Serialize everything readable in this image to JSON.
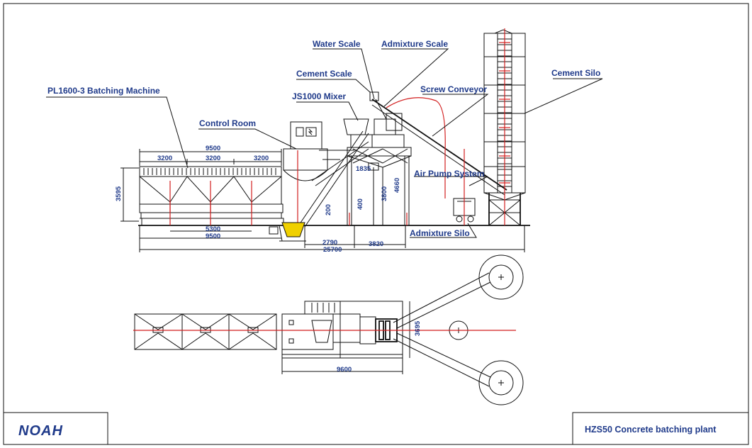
{
  "labels": {
    "water_scale": "Water Scale",
    "admixture_scale": "Admixture Scale",
    "cement_scale": "Cement Scale",
    "batching_machine": "PL1600-3 Batching Machine",
    "js1000_mixer": "JS1000 Mixer",
    "screw_conveyor": "Screw Conveyor",
    "cement_silo": "Cement Silo",
    "control_room": "Control Room",
    "air_pump_system": "Air Pump System",
    "admixture_silo": "Admixture Silo"
  },
  "dimensions": {
    "d9500_top": "9500",
    "d3200_a": "3200",
    "d3200_b": "3200",
    "d3200_c": "3200",
    "d3595": "3595",
    "d5300": "5300",
    "d9500_bottom": "9500",
    "d1835": "1835",
    "d200": "200",
    "d400": "400",
    "d3800": "3800",
    "d4660": "4660",
    "d2790": "2790",
    "d3820": "3820",
    "d25700": "25700",
    "d9600": "9600",
    "d3695": "3695"
  },
  "footer": {
    "logo": "NOAH",
    "title": "HZS50 Concrete batching plant"
  },
  "colors": {
    "label": "#1f3a8a",
    "line": "#111111",
    "centerline": "#d21f1f",
    "hopper": "#f0d000",
    "logo_blue": "#1f3a8a",
    "logo_yellow": "#f2b705"
  }
}
